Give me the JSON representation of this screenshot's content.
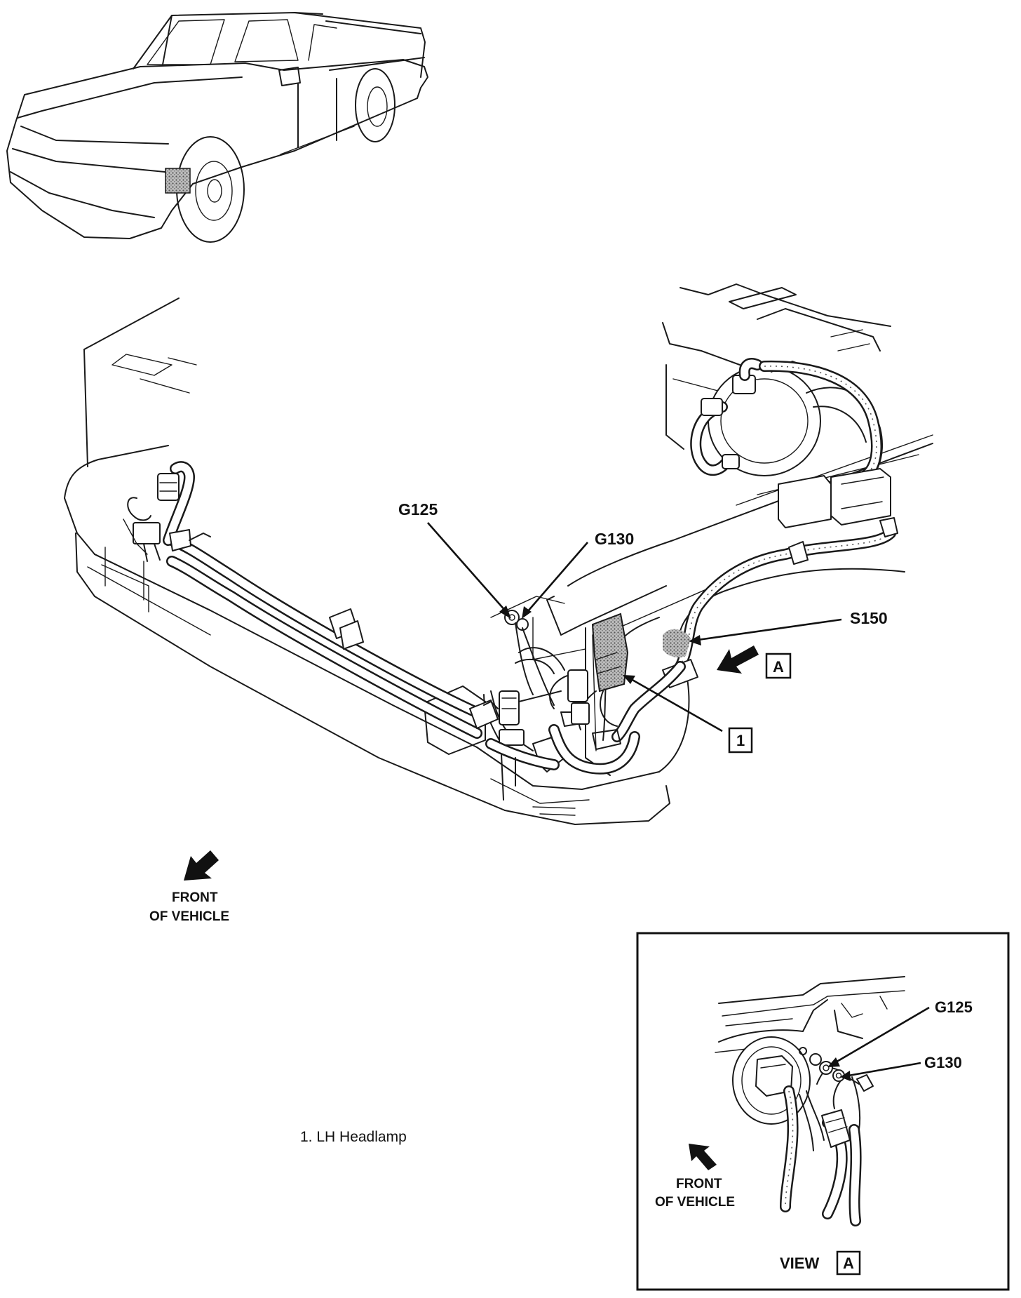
{
  "callouts": {
    "g125": "G125",
    "g130": "G130",
    "s150": "S150",
    "view_box_letter": "A",
    "item_box_number": "1"
  },
  "front_of_vehicle": {
    "line1": "FRONT",
    "line2": "OF VEHICLE"
  },
  "legend": [
    {
      "text": "1.  LH Headlamp"
    }
  ],
  "view_inset": {
    "g125": "G125",
    "g130": "G130",
    "front_line1": "FRONT",
    "front_line2": "OF VEHICLE",
    "view_label": "VIEW",
    "view_letter": "A"
  },
  "colors": {
    "line": "#1a1a1a",
    "highlight": "#9a9a9a",
    "background": "#ffffff"
  }
}
